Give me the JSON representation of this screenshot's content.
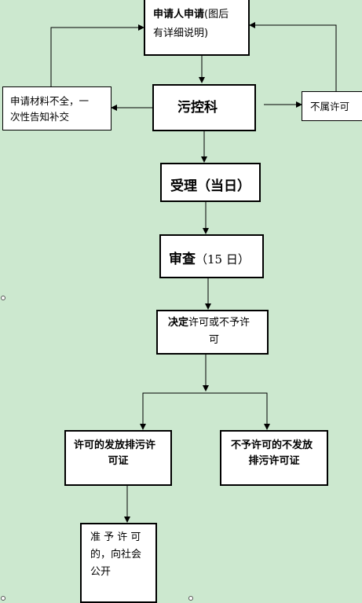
{
  "boxes": {
    "apply": {
      "bold": "申请人申请",
      "rest_line1": "(图后",
      "line2": "有详细说明)"
    },
    "incomplete": {
      "line1": "申请材料不全，一",
      "line2": "次性告知补交"
    },
    "pollution": {
      "text": "污控科"
    },
    "not_permitted": {
      "text": "不属许可"
    },
    "accept": {
      "text": "受理（当日）"
    },
    "review": {
      "main": "审查",
      "paren": "（15 日）"
    },
    "decide": {
      "bold": "决定",
      "rest_line1": "许可或不予许",
      "line2": "可"
    },
    "issue": {
      "line1": "许可的发放排污许",
      "line2": "可证"
    },
    "deny": {
      "line1": "不予许可的不发放",
      "line2": "排污许可证"
    },
    "publish": {
      "line1": "准 予 许 可",
      "line2": "的，向社会",
      "line3": "公开"
    }
  }
}
